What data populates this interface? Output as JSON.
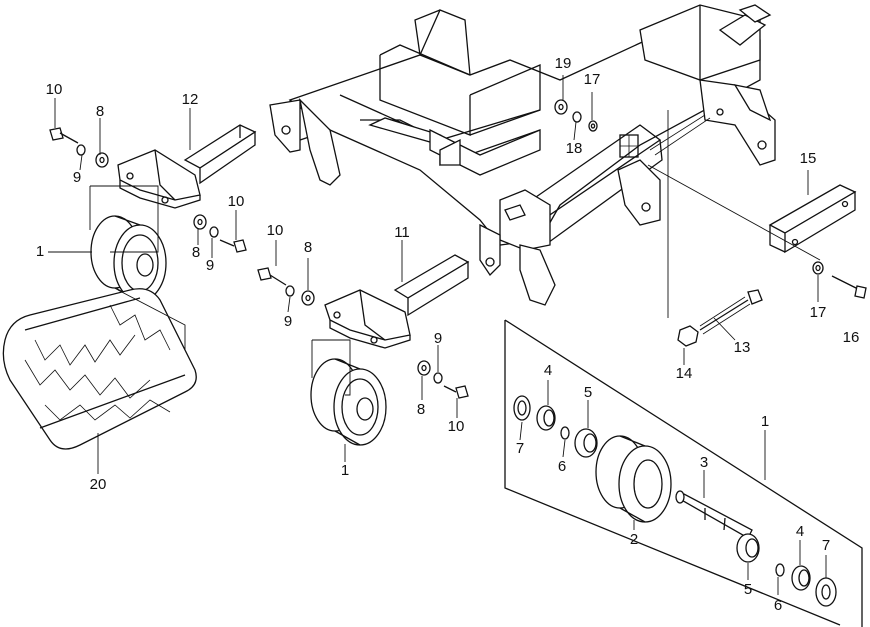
{
  "callouts": [
    {
      "id": "c10a",
      "text": "10"
    },
    {
      "id": "c8a",
      "text": "8"
    },
    {
      "id": "c9a",
      "text": "9"
    },
    {
      "id": "c12",
      "text": "12"
    },
    {
      "id": "c10b",
      "text": "10"
    },
    {
      "id": "c8b",
      "text": "8"
    },
    {
      "id": "c9b",
      "text": "9"
    },
    {
      "id": "c1a",
      "text": "1"
    },
    {
      "id": "c19",
      "text": "19"
    },
    {
      "id": "c17a",
      "text": "17"
    },
    {
      "id": "c18",
      "text": "18"
    },
    {
      "id": "c15",
      "text": "15"
    },
    {
      "id": "c10c",
      "text": "10"
    },
    {
      "id": "c8c",
      "text": "8"
    },
    {
      "id": "c9c",
      "text": "9"
    },
    {
      "id": "c11",
      "text": "11"
    },
    {
      "id": "c9d",
      "text": "9"
    },
    {
      "id": "c8d",
      "text": "8"
    },
    {
      "id": "c10d",
      "text": "10"
    },
    {
      "id": "c1b",
      "text": "1"
    },
    {
      "id": "c20",
      "text": "20"
    },
    {
      "id": "c17b",
      "text": "17"
    },
    {
      "id": "c16",
      "text": "16"
    },
    {
      "id": "c13",
      "text": "13"
    },
    {
      "id": "c14",
      "text": "14"
    },
    {
      "id": "c1c",
      "text": "1"
    },
    {
      "id": "c4a",
      "text": "4"
    },
    {
      "id": "c5a",
      "text": "5"
    },
    {
      "id": "c7a",
      "text": "7"
    },
    {
      "id": "c6a",
      "text": "6"
    },
    {
      "id": "c3",
      "text": "3"
    },
    {
      "id": "c2",
      "text": "2"
    },
    {
      "id": "c4b",
      "text": "4"
    },
    {
      "id": "c7b",
      "text": "7"
    },
    {
      "id": "c5b",
      "text": "5"
    },
    {
      "id": "c6b",
      "text": "6"
    }
  ]
}
